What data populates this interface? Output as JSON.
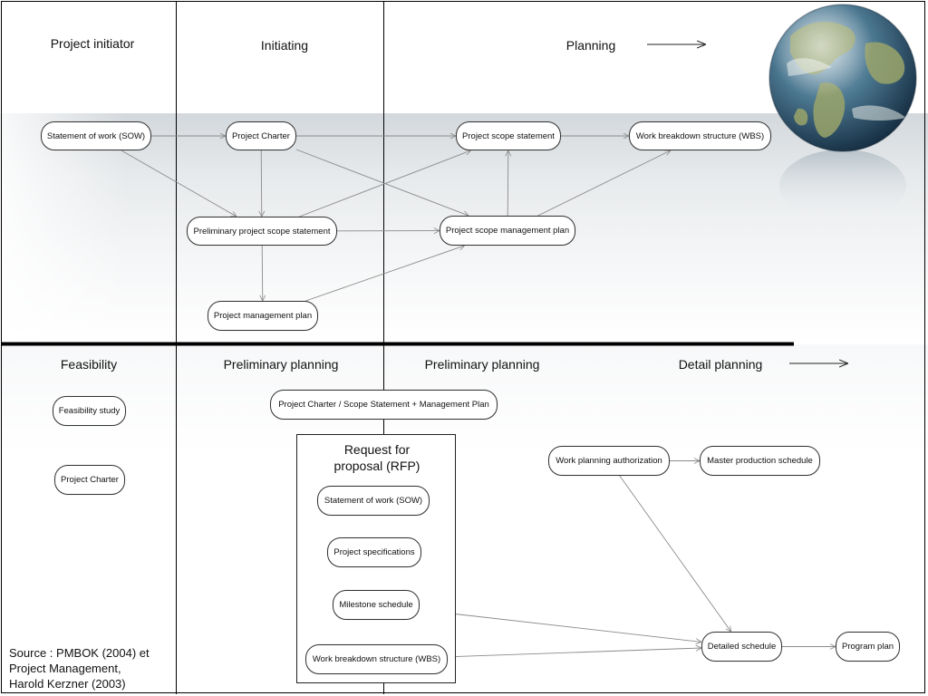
{
  "colors": {
    "line": "#000000",
    "edge": "#8a8a8a",
    "band_top": "#d3d8dc",
    "ocean": "#3f6b86",
    "land": "#8c9a5a"
  },
  "phases": {
    "project_initiator": "Project initiator",
    "initiating": "Initiating",
    "planning": "Planning",
    "feasibility": "Feasibility",
    "preliminary_planning_1": "Preliminary planning",
    "preliminary_planning_2": "Preliminary planning",
    "detail_planning": "Detail planning"
  },
  "nodes": {
    "sow_top": "Statement of work (SOW)",
    "project_charter_top": "Project Charter",
    "project_scope_statement": "Project scope statement",
    "wbs_top": "Work breakdown structure (WBS)",
    "preliminary_scope_statement": "Preliminary project scope statement",
    "scope_management_plan": "Project scope management plan",
    "project_management_plan": "Project management plan",
    "feasibility_study": "Feasibility study",
    "project_charter_bottom": "Project Charter",
    "charter_scope_mgmt_plan": "Project Charter / Scope Statement + Management Plan",
    "sow_rfp": "Statement of work (SOW)",
    "project_specifications": "Project specifications",
    "milestone_schedule": "Milestone schedule",
    "wbs_rfp": "Work breakdown structure (WBS)",
    "work_planning_authorization": "Work planning authorization",
    "master_production_schedule": "Master production schedule",
    "detailed_schedule": "Detailed schedule",
    "program_plan": "Program plan"
  },
  "rfp": {
    "title_line1": "Request for",
    "title_line2": "proposal (RFP)"
  },
  "source": {
    "line1": "Source : PMBOK (2004) et",
    "line2": "Project Management,",
    "line3": "Harold Kerzner (2003)"
  },
  "edges": [
    [
      "sow_top",
      "project_charter_top"
    ],
    [
      "sow_top",
      "preliminary_scope_statement"
    ],
    [
      "project_charter_top",
      "project_scope_statement"
    ],
    [
      "project_charter_top",
      "preliminary_scope_statement"
    ],
    [
      "project_charter_top",
      "scope_management_plan"
    ],
    [
      "preliminary_scope_statement",
      "project_scope_statement"
    ],
    [
      "preliminary_scope_statement",
      "scope_management_plan"
    ],
    [
      "preliminary_scope_statement",
      "project_management_plan"
    ],
    [
      "project_management_plan",
      "scope_management_plan"
    ],
    [
      "scope_management_plan",
      "project_scope_statement"
    ],
    [
      "scope_management_plan",
      "wbs_top"
    ],
    [
      "project_scope_statement",
      "wbs_top"
    ],
    [
      "work_planning_authorization",
      "master_production_schedule"
    ],
    [
      "work_planning_authorization",
      "detailed_schedule"
    ],
    [
      "milestone_schedule",
      "detailed_schedule"
    ],
    [
      "wbs_rfp",
      "detailed_schedule"
    ],
    [
      "detailed_schedule",
      "program_plan"
    ]
  ]
}
